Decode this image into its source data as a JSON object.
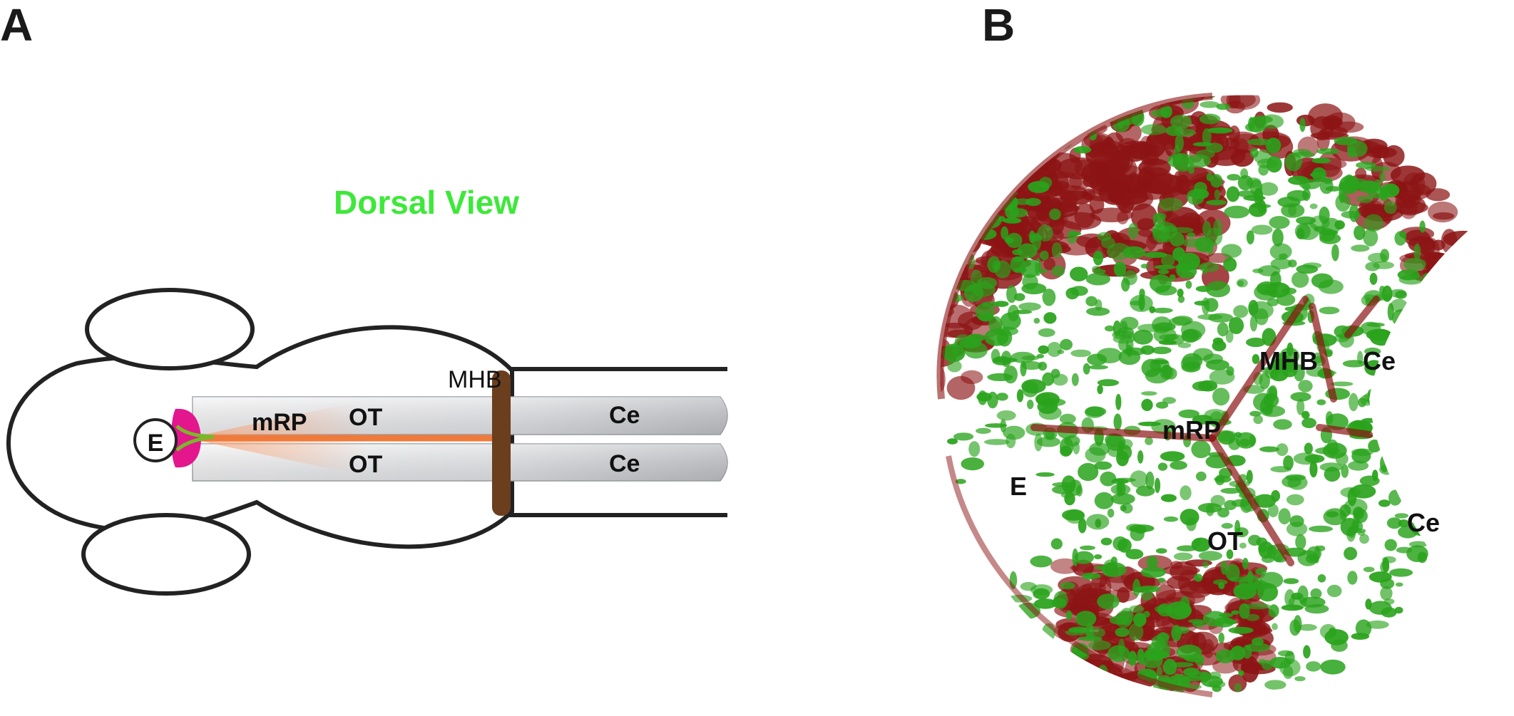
{
  "panel_a": {
    "letter": "A",
    "view_title": "Dorsal View",
    "labels": {
      "mhb": "MHB",
      "mrp": "mRP",
      "ot_top": "OT",
      "ot_bottom": "OT",
      "ce_top": "Ce",
      "ce_bottom": "Ce",
      "e": "E"
    }
  },
  "panel_b": {
    "letter": "B",
    "labels": {
      "mhb": "MHB",
      "ce_top": "Ce",
      "mrp": "mRP",
      "e": "E",
      "ot": "OT",
      "ce_bottom": "Ce"
    }
  },
  "colors": {
    "title_green": "#3ee83a",
    "outline": "#222222",
    "mhb_brown": "#6b3e1e",
    "mrp_orange": "#f07a3a",
    "eye_pink": "#e3168e",
    "tissue_green": "#2aa31c",
    "tissue_red": "#8c1414"
  }
}
